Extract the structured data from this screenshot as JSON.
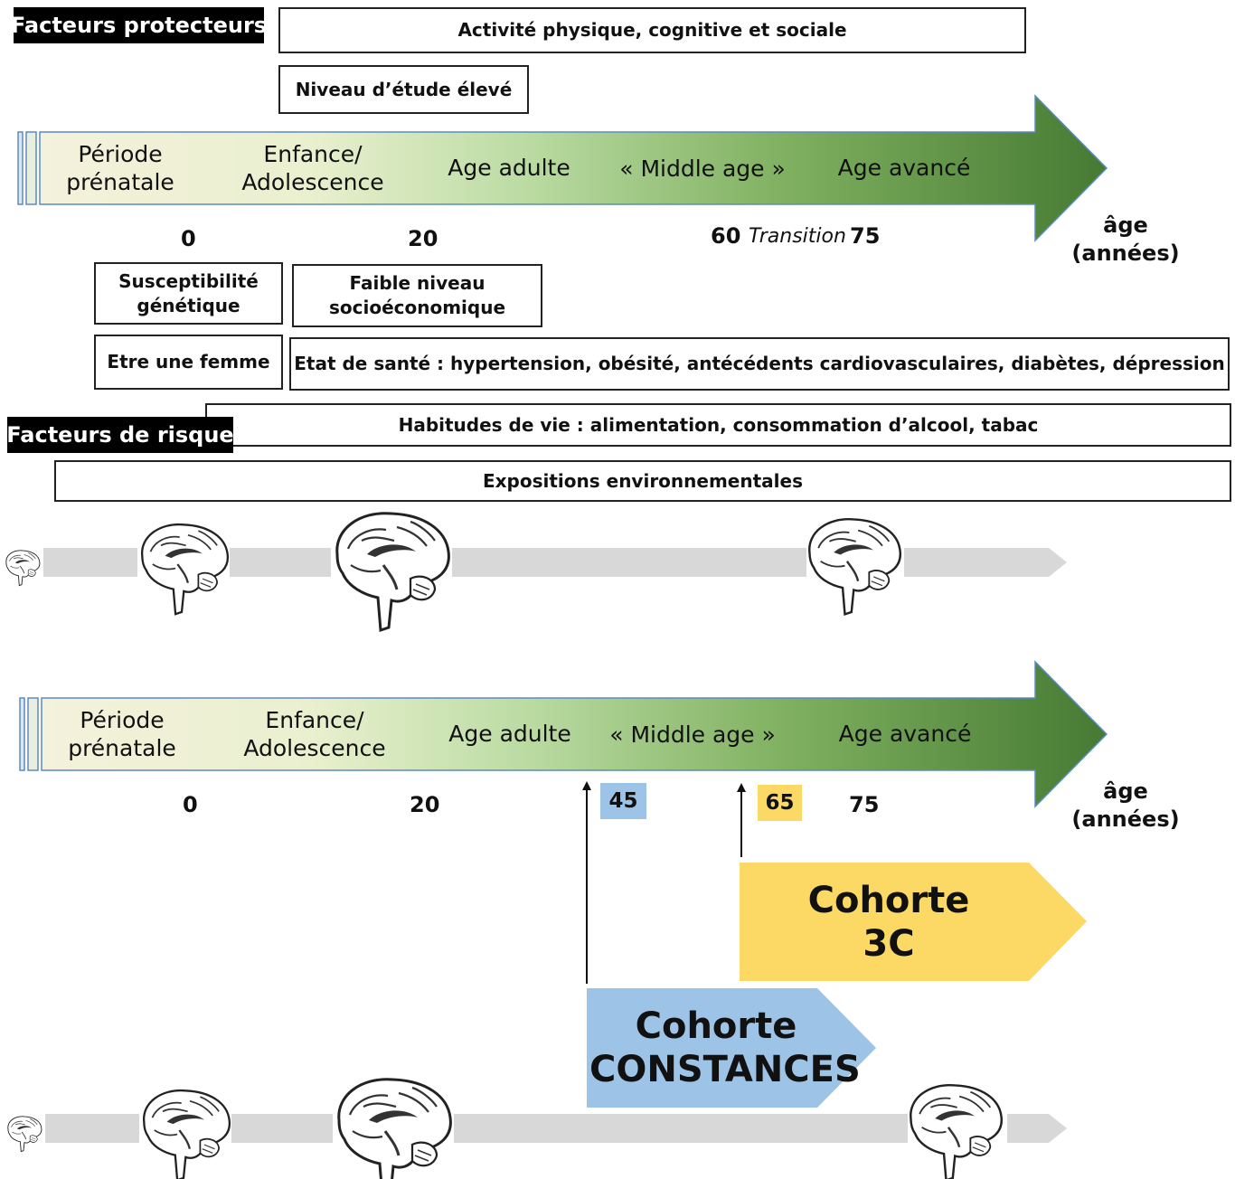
{
  "protective": {
    "title": "Facteurs protecteurs",
    "activity": "Activité physique, cognitive et sociale",
    "education": "Niveau d’étude élevé"
  },
  "timeline": {
    "stage_1_line1": "Période",
    "stage_1_line2": "prénatale",
    "stage_2_line1": "Enfance/",
    "stage_2_line2": "Adolescence",
    "stage_3": "Age adulte",
    "stage_4": "« Middle age »",
    "stage_5": "Age avancé",
    "axis_unit_line1": "âge",
    "axis_unit_line2": "(années)",
    "ticks_top": {
      "t0": "0",
      "t20": "20",
      "t60": "60",
      "transition": "Transition",
      "t75": "75"
    },
    "ticks_bottom": {
      "t0": "0",
      "t20": "20",
      "t45": "45",
      "t65": "65",
      "t75": "75"
    }
  },
  "risk": {
    "title": "Facteurs de risque",
    "genetic_line1": "Susceptibilité",
    "genetic_line2": "génétique",
    "socio_line1": "Faible niveau",
    "socio_line2": "socioéconomique",
    "woman": "Etre une femme",
    "health": "Etat de santé : hypertension, obésité, antécédents cardiovasculaires, diabètes, dépression",
    "lifestyle": "Habitudes de vie : alimentation, consommation d’alcool, tabac",
    "environment": "Expositions environnementales"
  },
  "cohorts": {
    "c3_line1": "Cohorte",
    "c3_line2": "3C",
    "constances_line1": "Cohorte",
    "constances_line2": "CONSTANCES"
  },
  "colors": {
    "arrow_start": "#f3f0d8",
    "arrow_mid": "#b9dba0",
    "arrow_end": "#4a7f36",
    "arrow_border": "#5b8bbf",
    "brain_bar": "#d8d8d8",
    "cohort_3c": "#fbd964",
    "cohort_constances": "#9dc3e6",
    "badge_45": "#9dc3e6",
    "badge_65": "#fbd964"
  }
}
